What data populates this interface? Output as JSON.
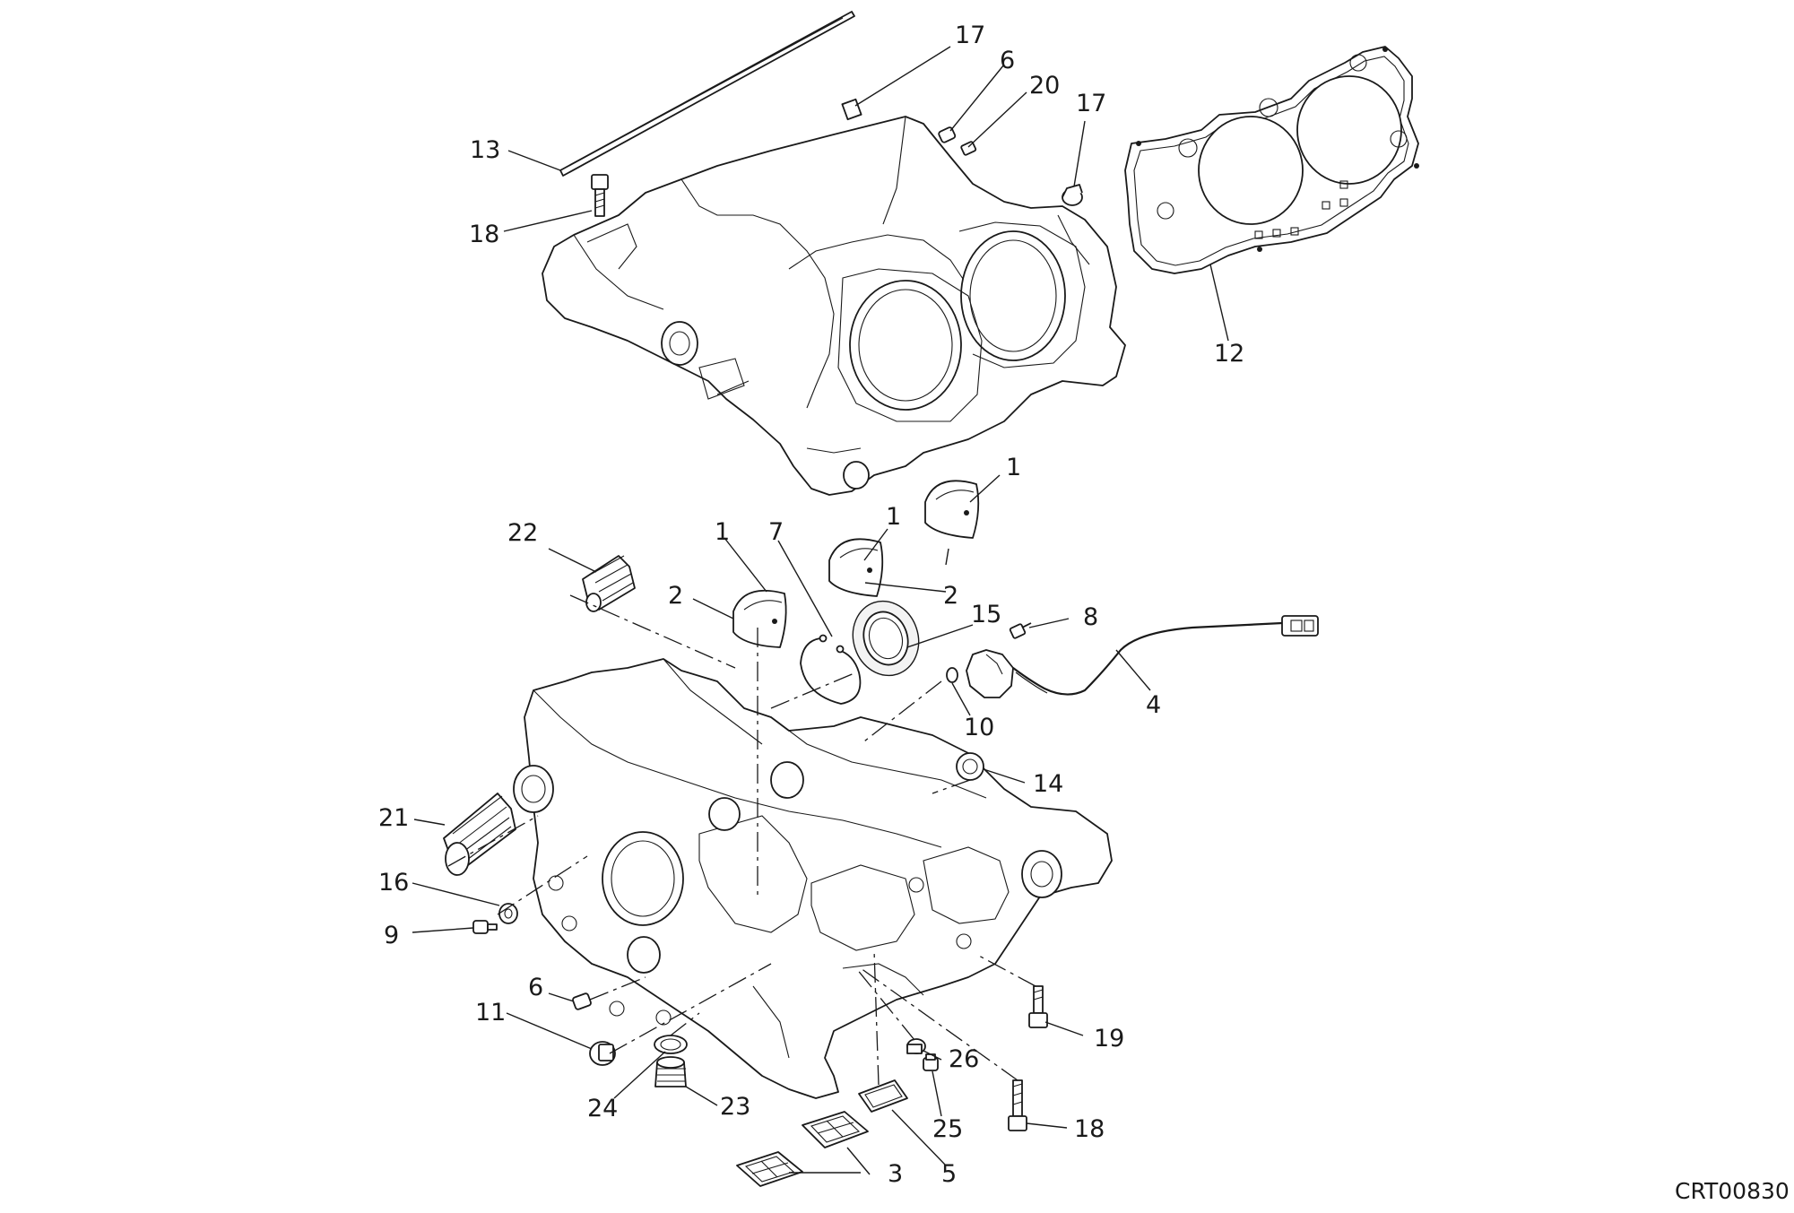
{
  "diagram": {
    "reference_code": "CRT00830",
    "callouts": [
      {
        "id": "c13",
        "label": "13"
      },
      {
        "id": "c18a",
        "label": "18"
      },
      {
        "id": "c17a",
        "label": "17"
      },
      {
        "id": "c6a",
        "label": "6"
      },
      {
        "id": "c20",
        "label": "20"
      },
      {
        "id": "c17b",
        "label": "17"
      },
      {
        "id": "c12",
        "label": "12"
      },
      {
        "id": "c1a",
        "label": "1"
      },
      {
        "id": "c1b",
        "label": "1"
      },
      {
        "id": "c1c",
        "label": "1"
      },
      {
        "id": "c7",
        "label": "7"
      },
      {
        "id": "c22",
        "label": "22"
      },
      {
        "id": "c2a",
        "label": "2"
      },
      {
        "id": "c2b",
        "label": "2"
      },
      {
        "id": "c15",
        "label": "15"
      },
      {
        "id": "c8",
        "label": "8"
      },
      {
        "id": "c4",
        "label": "4"
      },
      {
        "id": "c10",
        "label": "10"
      },
      {
        "id": "c14",
        "label": "14"
      },
      {
        "id": "c21",
        "label": "21"
      },
      {
        "id": "c16",
        "label": "16"
      },
      {
        "id": "c9",
        "label": "9"
      },
      {
        "id": "c6b",
        "label": "6"
      },
      {
        "id": "c11",
        "label": "11"
      },
      {
        "id": "c19",
        "label": "19"
      },
      {
        "id": "c26",
        "label": "26"
      },
      {
        "id": "c24",
        "label": "24"
      },
      {
        "id": "c23",
        "label": "23"
      },
      {
        "id": "c25",
        "label": "25"
      },
      {
        "id": "c18b",
        "label": "18"
      },
      {
        "id": "c3",
        "label": "3"
      },
      {
        "id": "c5",
        "label": "5"
      }
    ]
  }
}
